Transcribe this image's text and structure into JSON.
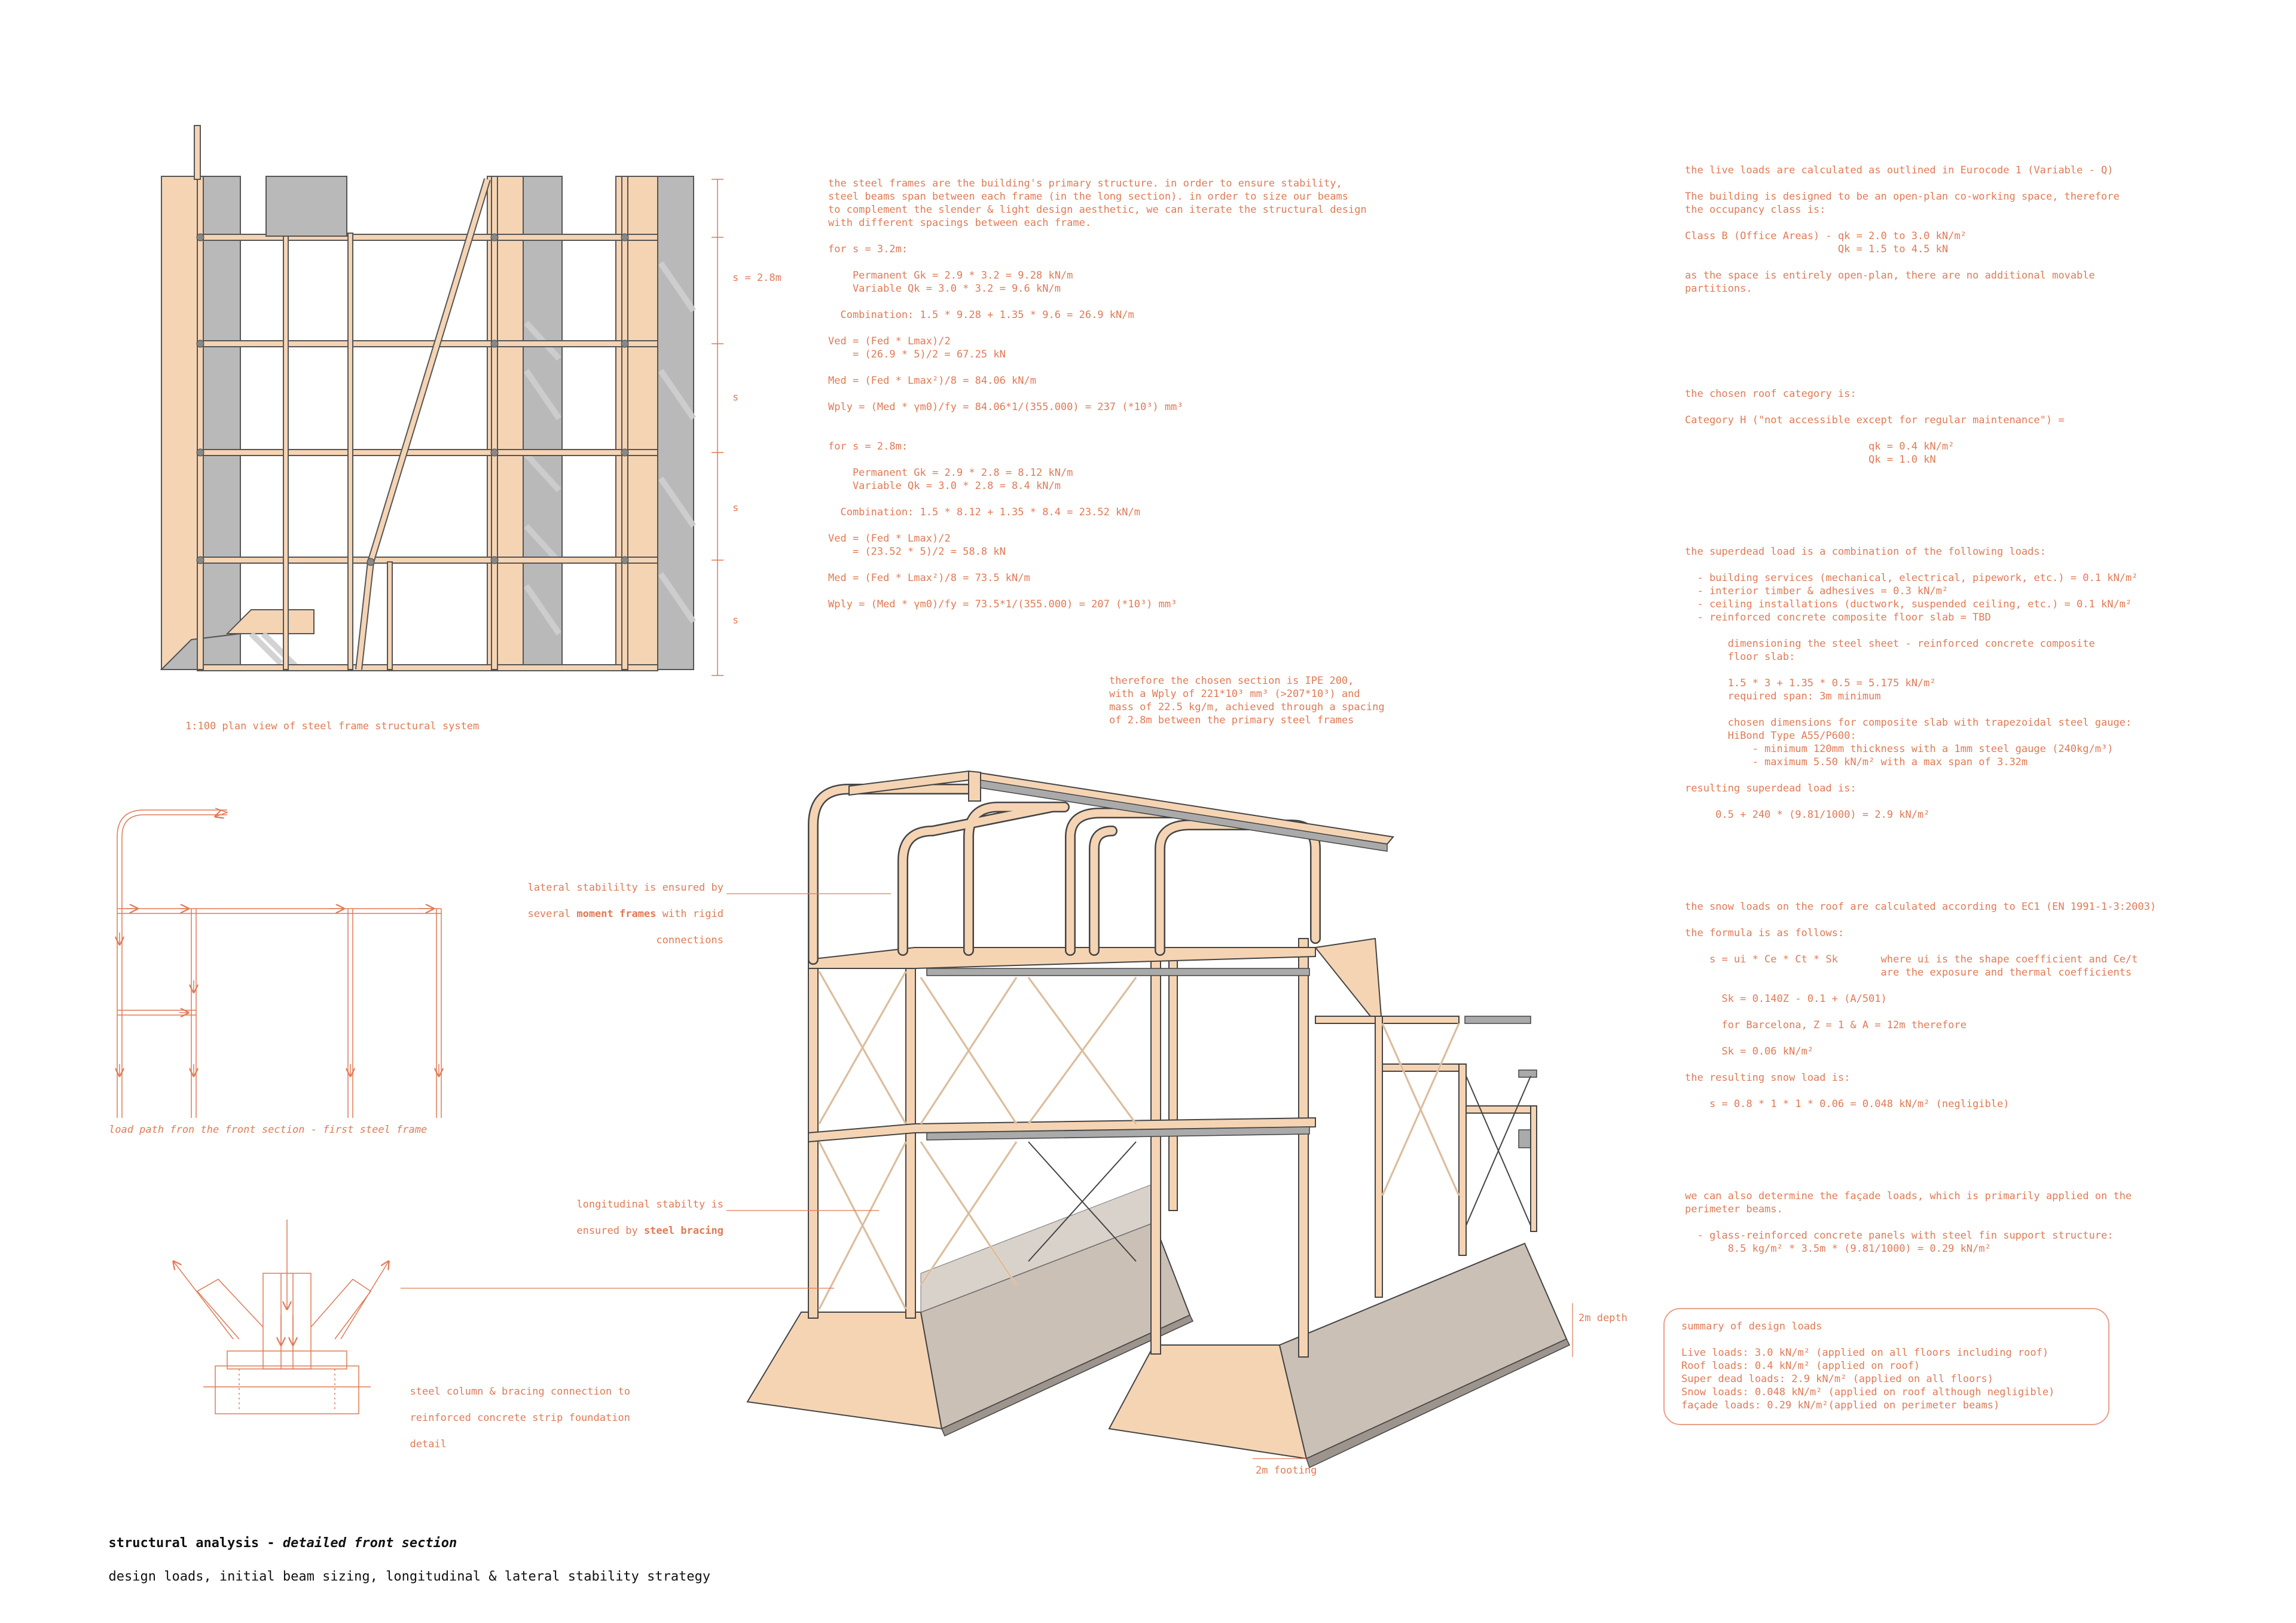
{
  "plan": {
    "caption": "1:100 plan view of steel frame structural system",
    "dims": [
      "s = 2.8m",
      "s",
      "s",
      "s"
    ]
  },
  "sizing": {
    "lines": [
      "the steel frames are the building's primary structure. in order to ensure stability,",
      "steel beams span between each frame (in the long section). in order to size our beams",
      "to complement the slender & light design aesthetic, we can iterate the structural design",
      "with different spacings between each frame.",
      "",
      "for s = 3.2m:",
      "",
      "    Permanent Gk = 2.9 * 3.2 = 9.28 kN/m",
      "    Variable Qk = 3.0 * 3.2 = 9.6 kN/m",
      "",
      "  Combination: 1.5 * 9.28 + 1.35 * 9.6 = 26.9 kN/m",
      "",
      "Ved = (Fed * Lmax)/2",
      "    = (26.9 * 5)/2 = 67.25 kN",
      "",
      "Med = (Fed * Lmax²)/8 = 84.06 kN/m",
      "",
      "Wply = (Med * γm0)/fy = 84.06*1/(355.000) = 237 (*10³) mm³",
      "",
      "",
      "for s = 2.8m:",
      "",
      "    Permanent Gk = 2.9 * 2.8 = 8.12 kN/m",
      "    Variable Qk = 3.0 * 2.8 = 8.4 kN/m",
      "",
      "  Combination: 1.5 * 8.12 + 1.35 * 8.4 = 23.52 kN/m",
      "",
      "Ved = (Fed * Lmax)/2",
      "    = (23.52 * 5)/2 = 58.8 kN",
      "",
      "Med = (Fed * Lmax²)/8 = 73.5 kN/m",
      "",
      "Wply = (Med * γm0)/fy = 73.5*1/(355.000) = 207 (*10³) mm³"
    ],
    "conclusion": [
      "therefore the chosen section is IPE 200,",
      "with a Wply of 221*10³ mm³ (>207*10³) and",
      "mass of 22.5 kg/m, achieved through a spacing",
      "of 2.8m between the primary steel frames"
    ]
  },
  "loads": {
    "lines": [
      "the live loads are calculated as outlined in Eurocode 1 (Variable - Q)",
      "",
      "The building is designed to be an open-plan co-working space, therefore",
      "the occupancy class is:",
      "",
      "Class B (Office Areas) - qk = 2.0 to 3.0 kN/m²",
      "                         Qk = 1.5 to 4.5 kN",
      "",
      "as the space is entirely open-plan, there are no additional movable",
      "partitions.",
      "",
      "",
      "",
      "",
      "",
      "",
      "",
      "the chosen roof category is:",
      "",
      "Category H (\"not accessible except for regular maintenance\") =",
      "",
      "                              qk = 0.4 kN/m²",
      "                              Qk = 1.0 kN",
      "",
      "",
      "",
      "",
      "",
      "",
      "the superdead load is a combination of the following loads:",
      "",
      "  - building services (mechanical, electrical, pipework, etc.) = 0.1 kN/m²",
      "  - interior timber & adhesives = 0.3 kN/m²",
      "  - ceiling installations (ductwork, suspended ceiling, etc.) = 0.1 kN/m²",
      "  - reinforced concrete composite floor slab = TBD",
      "",
      "       dimensioning the steel sheet - reinforced concrete composite",
      "       floor slab:",
      "",
      "       1.5 * 3 + 1.35 * 0.5 = 5.175 kN/m²",
      "       required span: 3m minimum",
      "",
      "       chosen dimensions for composite slab with trapezoidal steel gauge:",
      "       HiBond Type A55/P600:",
      "           - minimum 120mm thickness with a 1mm steel gauge (240kg/m³)",
      "           - maximum 5.50 kN/m² with a max span of 3.32m",
      "",
      "resulting superdead load is:",
      "",
      "     0.5 + 240 * (9.81/1000) = 2.9 kN/m²",
      "",
      "",
      "",
      "",
      "",
      "",
      "the snow loads on the roof are calculated according to EC1 (EN 1991-1-3:2003)",
      "",
      "the formula is as follows:",
      "",
      "    s = ui * Ce * Ct * Sk       where ui is the shape coefficient and Ce/t",
      "                                are the exposure and thermal coefficients",
      "",
      "      Sk = 0.140Z - 0.1 + (A/501)",
      "",
      "      for Barcelona, Z = 1 & A = 12m therefore",
      "",
      "      Sk = 0.06 kN/m²",
      "",
      "the resulting snow load is:",
      "",
      "    s = 0.8 * 1 * 1 * 0.06 = 0.048 kN/m² (negligible)",
      "",
      "",
      "",
      "",
      "",
      "",
      "we can also determine the façade loads, which is primarily applied on the",
      "perimeter beams.",
      "",
      "  - glass-reinforced concrete panels with steel fin support structure:",
      "       8.5 kg/m² * 3.5m * (9.81/1000) = 0.29 kN/m²"
    ]
  },
  "summary": {
    "heading": "summary of design loads",
    "items": [
      "Live loads: 3.0 kN/m² (applied on all floors including roof)",
      "Roof loads: 0.4 kN/m² (applied on roof)",
      "Super dead loads: 2.9 kN/m² (applied on all floors)",
      "Snow loads: 0.048 kN/m² (applied on roof although negligible)",
      "façade loads: 0.29 kN/m²(applied on perimeter beams)"
    ]
  },
  "annotations": {
    "lateral_1": "lateral stabililty is ensured by",
    "lateral_2a": "several ",
    "lateral_2b": "moment frames",
    "lateral_2c": " with rigid",
    "lateral_3": "connections",
    "long_1": "longitudinal stabilty is",
    "long_2a": "ensured by ",
    "long_2b": "steel bracing",
    "depth": "2m depth",
    "footing": "2m footing",
    "load_path": "load path fron the front section - first steel frame",
    "conn_1": "steel column & bracing connection to",
    "conn_2": "reinforced concrete strip foundation",
    "conn_3": "detail"
  },
  "title": {
    "a": "structural analysis - ",
    "b": "detailed front section",
    "sub": "design loads, initial beam sizing, longitudinal & lateral stability strategy"
  },
  "colors": {
    "accent": "#e07a55",
    "timber": "#f5d4b4",
    "concrete": "#bdb3aa",
    "steel": "#aaaaaa"
  }
}
